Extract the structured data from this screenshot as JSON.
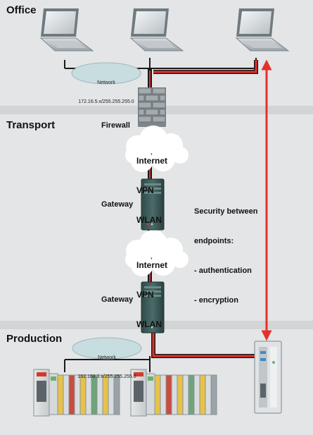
{
  "zones": {
    "office": "Office",
    "transport": "Transport",
    "production": "Production"
  },
  "office_network": {
    "label": "Network",
    "address": "172.16.5.x/255.255.255.0"
  },
  "production_network": {
    "label": "Network",
    "address": "192.168.3.x/255.255.255.0"
  },
  "firewall": {
    "label": "Firewall"
  },
  "cloud_top": {
    "lines": [
      "Internet",
      "VPN",
      "WLAN"
    ]
  },
  "cloud_bottom": {
    "lines": [
      "Internet",
      "VPN",
      "WLAN"
    ]
  },
  "gateway_top": {
    "label": "Gateway"
  },
  "gateway_bottom": {
    "label": "Gateway"
  },
  "security": {
    "lines": [
      "Security between",
      "endpoints:",
      "- authentication",
      "- encryption"
    ]
  },
  "colors": {
    "zone_band": "#d2d4d5",
    "secure_link": "#e5302a",
    "link": "#1a1a1a",
    "cloud": "#ffffff",
    "network_ellipse": "#c8dde0",
    "gateway": "#3c5c5a",
    "firewall_brick": "#9aa1a6"
  },
  "icons": {
    "laptop": "laptop-icon",
    "firewall": "brick-wall-icon",
    "gateway": "server-tower-icon",
    "plc": "io-module-icon",
    "industrial_pc": "industrial-pc-icon",
    "arrow": "double-arrow-icon"
  }
}
